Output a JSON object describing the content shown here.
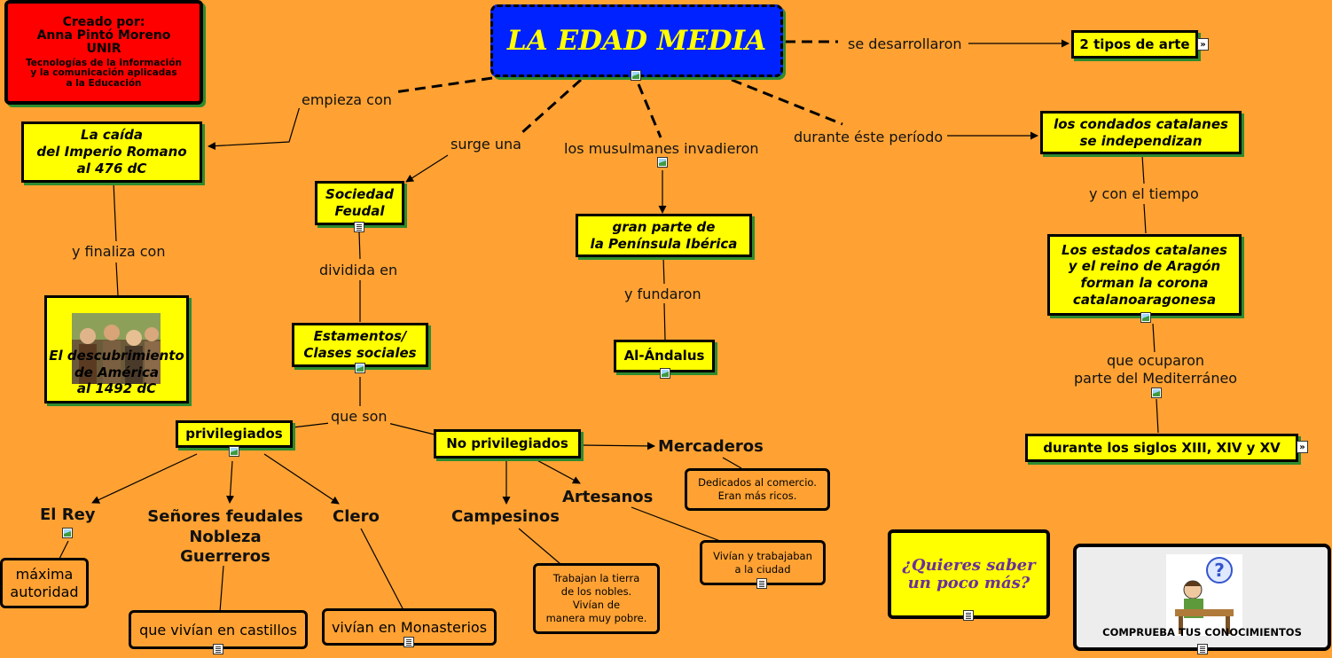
{
  "credits": {
    "title": "Creado por:",
    "name": "Anna Pintó Moreno",
    "org": "UNIR",
    "course_1": "Tecnologías de la información",
    "course_2": "y la comunicación aplicadas",
    "course_3": "a la Educación"
  },
  "main": {
    "title": "LA EDAD MEDIA"
  },
  "concepts": {
    "two_types": "2 tipos de arte",
    "caida": [
      "La caída",
      "del Imperio Romano",
      "al 476 dC"
    ],
    "descubrimiento": [
      "El descubrimiento",
      "de América",
      "al 1492 dC"
    ],
    "sociedad": [
      "Sociedad",
      "Feudal"
    ],
    "estamentos": [
      "Estamentos/",
      "Clases sociales"
    ],
    "peninsula": [
      "gran parte de",
      "la Península Ibérica"
    ],
    "andalus": "Al-Ándalus",
    "condados": [
      "los condados catalanes",
      "se independizan"
    ],
    "estados": [
      "Los estados catalanes",
      "y el reino de Aragón",
      "forman la corona",
      "catalanoaragonesa"
    ],
    "siglos": "durante los siglos XIII, XIV y XV",
    "privilegiados": "privilegiados",
    "no_privilegiados": "No privilegiados",
    "el_rey": "El Rey",
    "senores": [
      "Señores feudales",
      "Nobleza",
      "Guerreros"
    ],
    "clero": "Clero",
    "campesinos": "Campesinos",
    "artesanos": "Artesanos",
    "mercaderos": "Mercaderos",
    "maxima": [
      "máxima",
      "autoridad"
    ],
    "castillos": "que vivían en castillos",
    "monasterios": "vivían en Monasterios",
    "campesinos_desc": [
      "Trabajan la tierra",
      "de los nobles.",
      "Vivían de",
      "manera muy pobre."
    ],
    "artesanos_desc": [
      "Vivían y trabajaban",
      "a la ciudad"
    ],
    "mercaderos_desc": [
      "Dedicados al comercio.",
      "Eran más ricos."
    ]
  },
  "links": {
    "se_desarrollaron": "se desarrollaron",
    "empieza_con": "empieza con",
    "surge_una": "surge una",
    "musulmanes": "los musulmanes invadieron",
    "durante": "durante éste período",
    "y_finaliza": "y finaliza con",
    "dividida": "dividida en",
    "y_fundaron": "y fundaron",
    "y_con_tiempo": "y con el tiempo",
    "ocuparon": [
      "que ocuparon",
      "parte del Mediterráneo"
    ],
    "que_son": "que son"
  },
  "quiz": {
    "saber": [
      "¿Quieres saber",
      "un poco más?"
    ],
    "comprueba": "COMPRUEBA TUS CONOCIMIENTOS"
  },
  "colors": {
    "background": "#FFA233",
    "concept": "#FFFF00",
    "title_box": "#0022FF",
    "title_text": "#FFFF00",
    "credits_box": "#FF0000",
    "shadow": "#2E8B2E"
  },
  "icons": [
    "image-icon",
    "document-icon",
    "expand-arrow-icon",
    "thinking-student-icon",
    "medieval-people-icon"
  ]
}
